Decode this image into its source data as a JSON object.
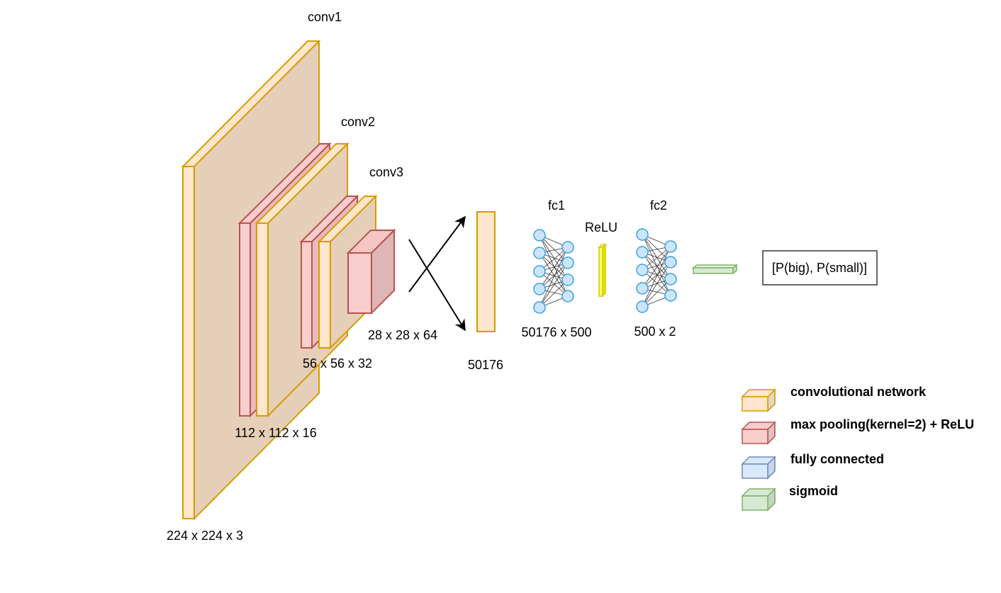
{
  "labels": {
    "conv1": "conv1",
    "conv2": "conv2",
    "conv3": "conv3",
    "dim1": "224 x 224 x 3",
    "dim2": "112 x 112 x 16",
    "dim3": "56 x 56 x 32",
    "dim4": "28 x 28 x 64",
    "flatten": "50176",
    "fc1": "fc1",
    "fc1_dim": "50176 x 500",
    "relu": "ReLU",
    "fc2": "fc2",
    "fc2_dim": "500 x 2",
    "output": "[P(big), P(small)]"
  },
  "legend": [
    {
      "label": "convolutional network",
      "fill": "#ffe6cc",
      "stroke": "#d79b00"
    },
    {
      "label": "max pooling(kernel=2) + ReLU",
      "fill": "#f8cecc",
      "stroke": "#b85450"
    },
    {
      "label": "fully connected",
      "fill": "#dae8fc",
      "stroke": "#6c8ebf"
    },
    {
      "label": "sigmoid",
      "fill": "#d5e8d4",
      "stroke": "#82b366"
    }
  ],
  "colors": {
    "conv_fill": "#ffe6cc",
    "conv_side": "#e6cfb8",
    "conv_stroke": "#d79b00",
    "pool_fill": "#f8cecc",
    "pool_side": "#e8bcbc",
    "pool_stroke": "#b85450",
    "node_fill": "#cce5ff",
    "node_stroke": "#36a1e0",
    "relu_fill": "#ffff66",
    "relu_stroke": "#cccc00",
    "sig_fill": "#d5e8d4",
    "sig_stroke": "#82b366"
  }
}
